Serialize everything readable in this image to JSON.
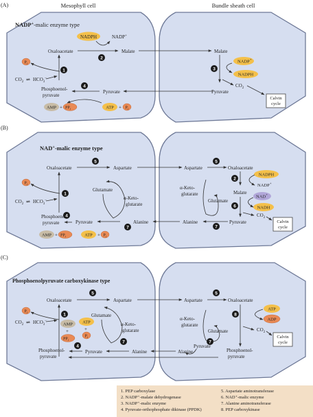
{
  "header": {
    "mesophyll": "Mesophyll cell",
    "bundle_sheath": "Bundle sheath cell"
  },
  "panels": [
    {
      "letter": "(A)",
      "title_main": "NADP",
      "title_sup": "+",
      "title_rest": "-malic enzyme type"
    },
    {
      "letter": "(B)",
      "title_main": "NAD",
      "title_sup": "+",
      "title_rest": "-malic enzyme type"
    },
    {
      "letter": "(C)",
      "title_main": "Phospho",
      "title_italic": "enol",
      "title_rest": "pyruvate carboxykinase type"
    }
  ],
  "labels": {
    "oxaloacetate": "Oxaloacetate",
    "malate": "Malate",
    "pyruvate": "Pyruvate",
    "pep_line1": "Phosphoenol-",
    "pep_line2": "pyruvate",
    "aspartate": "Aspartate",
    "alanine": "Alanine",
    "glutamate": "Glutamate",
    "akg_line1": "α-Keto-",
    "akg_line2": "glutarate",
    "co2": "CO",
    "co2_sub": "2",
    "hco3": "HCO",
    "hco3_sub": "3",
    "hco3_sup": "–",
    "calvin_line1": "Calvin",
    "calvin_line2": "cycle",
    "nadph": "NADPH",
    "nadp": "NADP",
    "nadp_sup": "+",
    "nadh": "NADH",
    "nad": "NAD",
    "nad_sup": "+",
    "atp": "ATP",
    "adp": "ADP",
    "amp": "AMP",
    "pi": "P",
    "pi_sub": "i",
    "ppi_p": "P",
    "ppi_i": "i",
    "plus": "+"
  },
  "badges": [
    "1",
    "2",
    "3",
    "4",
    "5",
    "6",
    "7",
    "8"
  ],
  "legend": {
    "left": [
      "1. PEP carboxylase",
      "2. NADP⁺-malate dehydrogenase",
      "3. NADP⁺-malic enzyme",
      "4. Pyruvate-orthophosphate dikinase (PPDK)"
    ],
    "right": [
      "5. Aspartate aminotransferase",
      "6. NAD⁺-malic enzyme",
      "7. Alanine aminotransferase",
      "8. PEP carboxykinase"
    ]
  },
  "colors": {
    "cell_fill": "#d6def0",
    "cell_stroke": "#6d7896",
    "cofactor_yellow": "#f4c04a",
    "phosphate_orange": "#e98a55",
    "amp_tan": "#c8bca6",
    "nad_purple": "#b1a7d9",
    "legend_bg": "#f3dfc6"
  }
}
